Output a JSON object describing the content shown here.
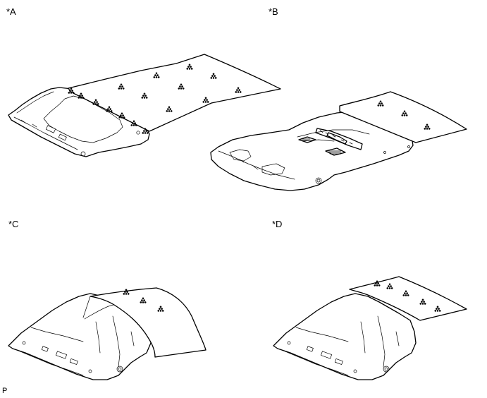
{
  "labels": {
    "a": "*A",
    "b": "*B",
    "c": "*C",
    "d": "*D",
    "code": "P"
  },
  "icons": {
    "adhesive_mark": "triangle-of-dots-icon"
  },
  "colors": {
    "line": "#000000",
    "background": "#ffffff"
  }
}
